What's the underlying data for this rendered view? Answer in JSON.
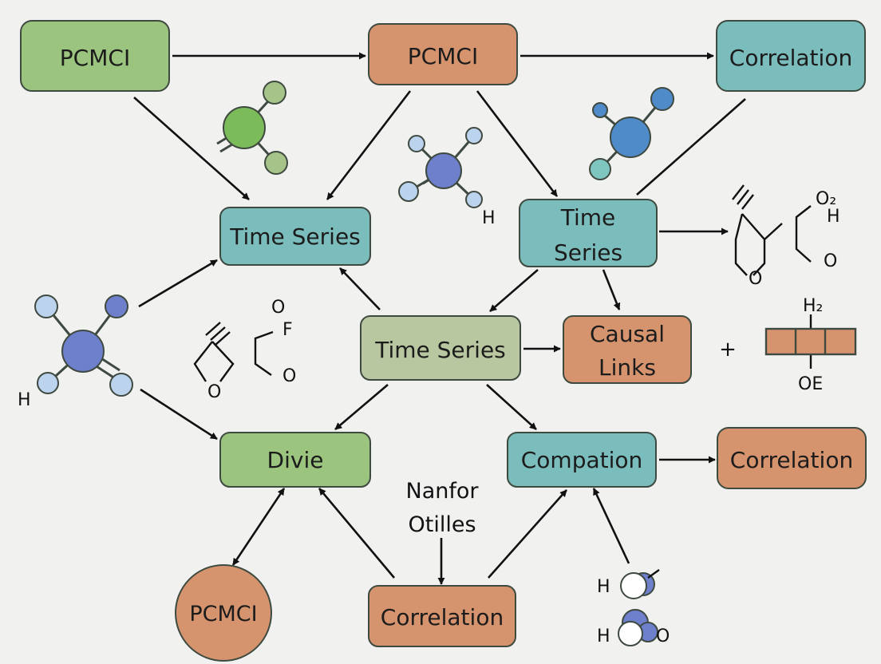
{
  "colors": {
    "background": "#f1f1f0",
    "green": "#9bc47e",
    "orange": "#d6946e",
    "teal": "#7bbdbd",
    "sage": "#b9c7a1",
    "stroke": "#3e4a40",
    "arrow": "#111111",
    "atom_blue": "#6e7fcb",
    "atom_light": "#bcd3ee",
    "atom_green": "#7cbb5a",
    "atom_sage": "#a6c48a"
  },
  "nodes": {
    "pcmci_top_left": {
      "label": "PCMCI"
    },
    "pcmci_top_center": {
      "label": "PCMCI"
    },
    "correlation_top_right": {
      "label": "Correlation"
    },
    "time_series_left": {
      "label": "Time Series"
    },
    "time_series_right": {
      "label": [
        "Time",
        "Series"
      ]
    },
    "time_series_center": {
      "label": "Time Series"
    },
    "causal_links": {
      "label": [
        "Causal",
        "Links"
      ]
    },
    "divie": {
      "label": "Divie"
    },
    "compation": {
      "label": "Compation"
    },
    "correlation_mid_right": {
      "label": "Correlation"
    },
    "pcmci_bottom_circle": {
      "label": "PCMCI"
    },
    "correlation_bottom": {
      "label": "Correlation"
    }
  },
  "free_text": {
    "nanfor_otilles": [
      "Nanfor",
      "Otilles"
    ],
    "plus_sign": "+"
  },
  "chem_labels": {
    "h_center": "H",
    "h_left": "H",
    "o2": "O₂",
    "h_right": "H",
    "o_ring_right": "O",
    "o_chain_right": "O",
    "o_top_left": "O",
    "f_left": "F",
    "o_ring_left": "O",
    "o_chain_left": "O",
    "h2": "H₂",
    "oe": "OE",
    "h_bottom_1": "H",
    "h_bottom_2": "H",
    "o_bottom": "O"
  }
}
